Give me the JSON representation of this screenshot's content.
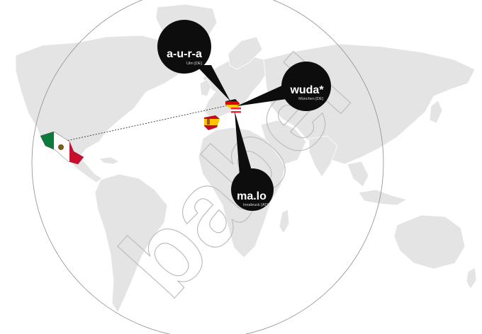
{
  "watermark": "babel",
  "colors": {
    "land": "#e4e4e4",
    "land_stroke": "#ffffff",
    "pin": "#0d0d0d",
    "globe_outline": "#8c8c8c",
    "connector": "#333333"
  },
  "locations": [
    {
      "id": "aura",
      "title": "a-u-r-a",
      "subtitle": "Ulm [DE]"
    },
    {
      "id": "wuda",
      "title": "wuda*",
      "subtitle": "München [DE]"
    },
    {
      "id": "malo",
      "title": "ma.lo",
      "subtitle": "Innsbruck [AT]"
    }
  ],
  "flags": [
    {
      "id": "germany",
      "name": "germany-flag"
    },
    {
      "id": "austria",
      "name": "austria-flag"
    },
    {
      "id": "spain",
      "name": "spain-flag"
    },
    {
      "id": "mexico",
      "name": "mexico-flag"
    }
  ]
}
